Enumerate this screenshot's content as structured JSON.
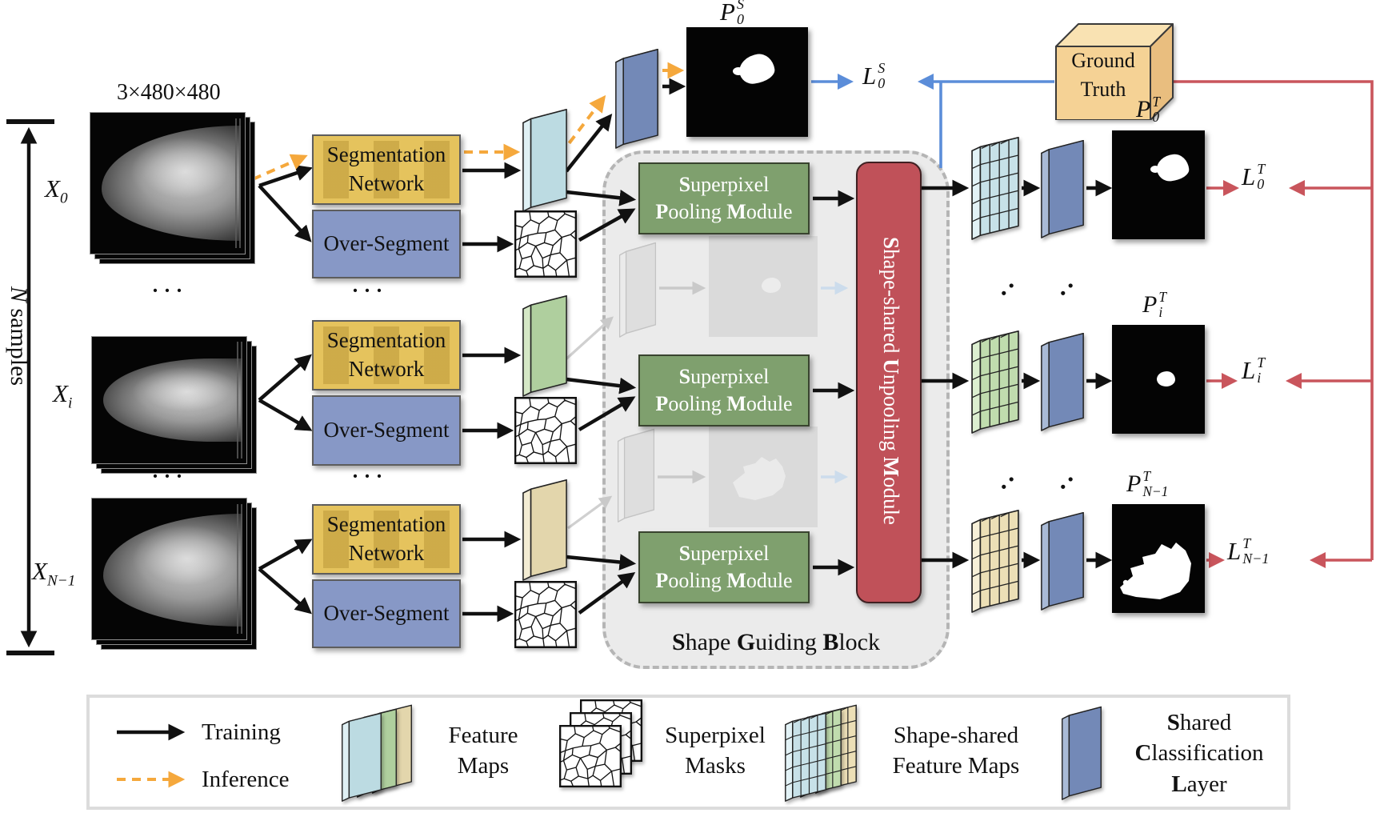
{
  "figure": {
    "input_dim": "3×480×480",
    "n_symbol": "N",
    "samples_word": "samples",
    "row_dots": "···",
    "diag_dots": "‥",
    "x_labels": [
      {
        "base": "X",
        "sub": "0"
      },
      {
        "base": "X",
        "sub": "i"
      },
      {
        "base": "X",
        "sub": "N−1"
      }
    ],
    "seg_box": {
      "line1": "Segmentation",
      "line2": "Network"
    },
    "overseg_box": {
      "label": "Over-Segment"
    },
    "pool_box": {
      "word1": "Superpixel",
      "word2": "Pooling",
      "word3": "Module"
    },
    "unpool_box": {
      "word1": "Shape-shared",
      "word2": "Unpooling",
      "word3": "Module"
    },
    "guiding_block": {
      "word1": "Shape",
      "word2": "Guiding",
      "word3": "Block"
    },
    "ground_truth": {
      "line1": "Ground",
      "line2": "Truth"
    },
    "pred_s": {
      "base": "P",
      "sup": "S",
      "sub": "0"
    },
    "loss_s": {
      "base": "L",
      "sup": "S",
      "sub": "0"
    },
    "pred_t": [
      {
        "base": "P",
        "sup": "T",
        "sub": "0"
      },
      {
        "base": "P",
        "sup": "T",
        "sub": "i"
      },
      {
        "base": "P",
        "sup": "T",
        "sub": "N−1"
      }
    ],
    "loss_t": [
      {
        "base": "L",
        "sup": "T",
        "sub": "0"
      },
      {
        "base": "L",
        "sup": "T",
        "sub": "i"
      },
      {
        "base": "L",
        "sup": "T",
        "sub": "N−1"
      }
    ]
  },
  "legend": {
    "training": {
      "label": "Training",
      "icon": "solid-arrow-icon"
    },
    "inference": {
      "label": "Inference",
      "icon": "dashed-arrow-icon"
    },
    "feature_maps": {
      "line1": "Feature",
      "line2": "Maps",
      "icon": "stacked-feature-slabs-icon"
    },
    "superpixel_masks": {
      "line1": "Superpixel",
      "line2": "Masks",
      "icon": "stacked-superpixel-masks-icon"
    },
    "shape_shared_maps": {
      "line1": "Shape-shared",
      "line2": "Feature Maps",
      "icon": "stacked-grid-slabs-icon"
    },
    "classification": {
      "word1": "Shared",
      "word2": "Classification",
      "word3": "Layer",
      "icon": "blue-slab-icon"
    }
  },
  "colors": {
    "training_arrow": "#111111",
    "inference_arrow": "#f5a83c",
    "segmentation_loss_line": "#5b8dd9",
    "target_loss_line": "#c9555c",
    "segmentation_network_box": "#e5c35d",
    "over_segment_box": "#8798c6",
    "superpixel_pooling_box": "#7fa06e",
    "unpooling_box": "#c05159",
    "shape_guiding_block_bg": "#ebebeb",
    "feature_map_blue": "#bcdbe2",
    "feature_map_green": "#afcf9e",
    "feature_map_tan": "#e3d6ac",
    "classification_slab": "#7389b7",
    "ground_truth_box": "#f5d295"
  }
}
